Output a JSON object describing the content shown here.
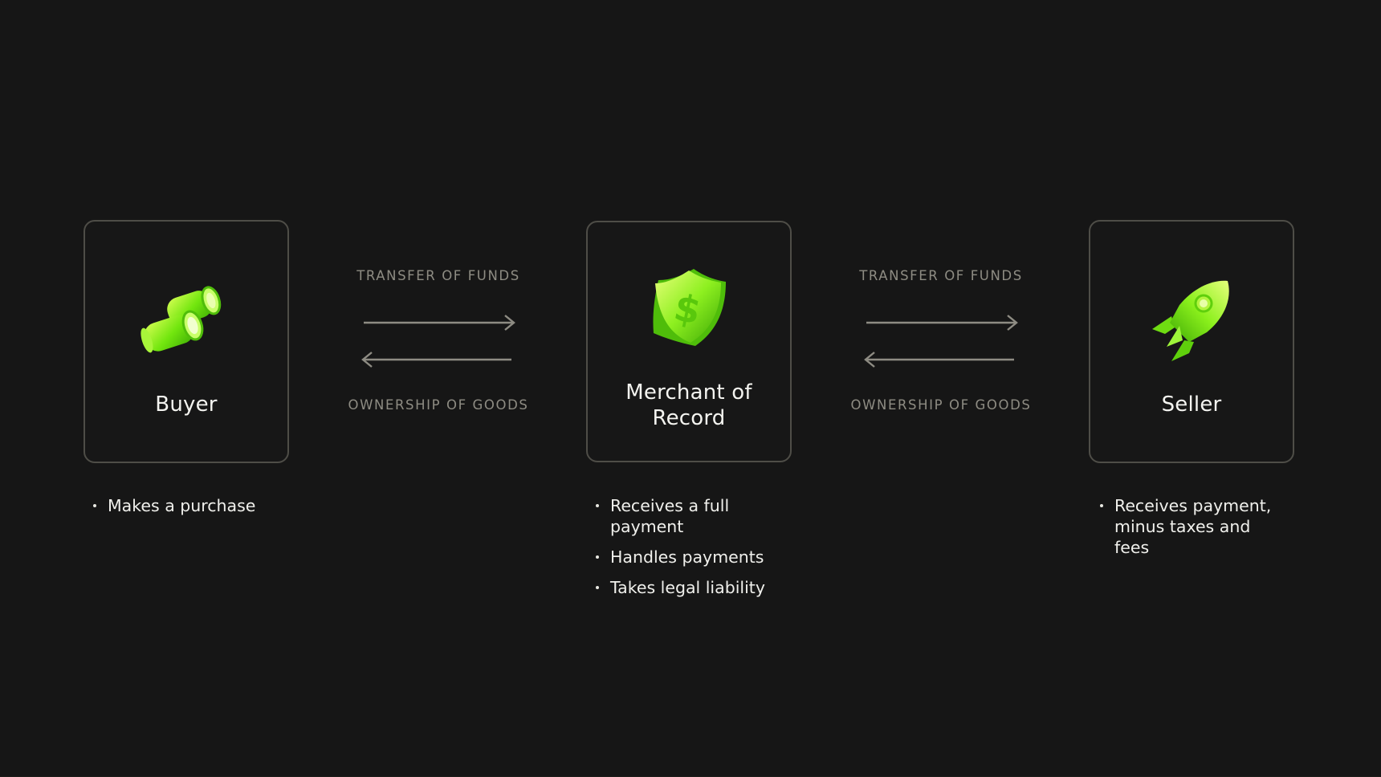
{
  "colors": {
    "background": "#161616",
    "card_border": "#4e4d47",
    "accent_green": "#7bf015",
    "muted_label": "#8e8c83",
    "text": "#f2f2ee"
  },
  "nodes": {
    "buyer": {
      "title": "Buyer",
      "icon": "binoculars-icon",
      "bullets": [
        "Makes a purchase"
      ]
    },
    "merchant": {
      "title_line1": "Merchant of",
      "title_line2": "Record",
      "icon": "shield-dollar-icon",
      "bullets": [
        "Receives a full payment",
        "Handles payments",
        "Takes legal liability"
      ]
    },
    "seller": {
      "title": "Seller",
      "icon": "rocket-icon",
      "bullets": [
        "Receives payment, minus taxes and fees"
      ]
    }
  },
  "flows": {
    "left": {
      "top_label": "TRANSFER OF FUNDS",
      "bottom_label": "OWNERSHIP OF GOODS"
    },
    "right": {
      "top_label": "TRANSFER OF FUNDS",
      "bottom_label": "OWNERSHIP OF GOODS"
    }
  }
}
